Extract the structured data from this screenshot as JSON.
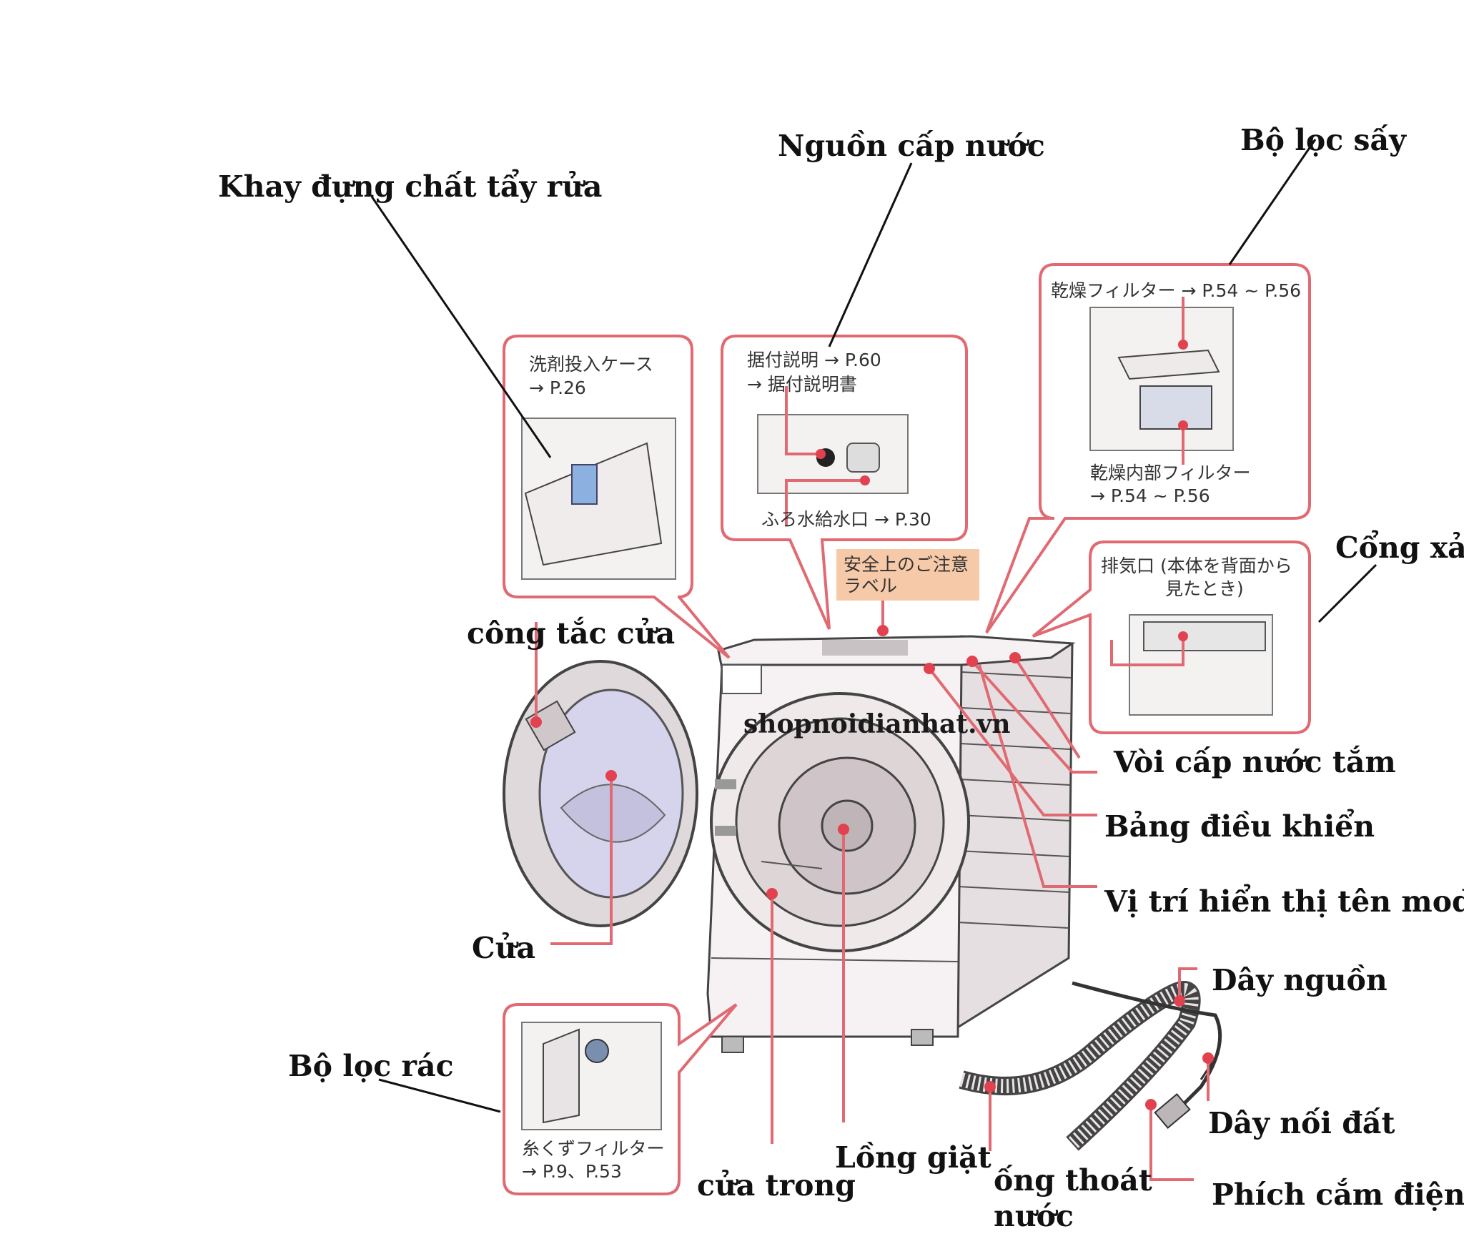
{
  "labels": {
    "detergent_tray": "Khay đựng chất tẩy rửa",
    "water_supply": "Nguồn cấp nước",
    "dryer_filter": "Bộ lọc sấy",
    "exhaust_port": "Cổng xả",
    "door_switch": "công tắc cửa",
    "bath_water_hose": "Vòi cấp nước tắm",
    "control_panel": "Bảng điều khiển",
    "model_name_position": "Vị trí hiển thị tên model",
    "door": "Cửa",
    "power_cord": "Dây nguồn",
    "lint_filter": "Bộ lọc rác",
    "ground_wire": "Dây nối đất",
    "drum": "Lồng giặt",
    "inner_door": "cửa trong",
    "drain_hose_line1": "ống thoát",
    "drain_hose_line2": "nước",
    "power_plug": "Phích cắm điện"
  },
  "watermark": "shopnoidianhat.vn",
  "callouts": {
    "detergent_case": {
      "line1": "洗剤投入ケース",
      "line2": "→ P.26"
    },
    "water_inlet": {
      "line1": "据付説明 → P.60",
      "line2": "→ 据付説明書",
      "line3": "ふろ水給水口 → P.30"
    },
    "dryer": {
      "line1": "乾燥フィルター → P.54 ~ P.56",
      "line2": "乾燥内部フィルター",
      "line3": "→ P.54 ~ P.56"
    },
    "exhaust": {
      "line1": "排気口 (本体を背面から",
      "line2": "見たとき)"
    },
    "safety_label": {
      "line1": "安全上のご注意",
      "line2": "ラベル"
    },
    "lint": {
      "line1": "糸くずフィルター",
      "line2": "→ P.9、P.53"
    }
  },
  "colors": {
    "callout_border": "#e16a72",
    "marker_dot": "#e2424f",
    "safety_label_bg": "#f6c9a8",
    "leader_line": "#111111"
  }
}
